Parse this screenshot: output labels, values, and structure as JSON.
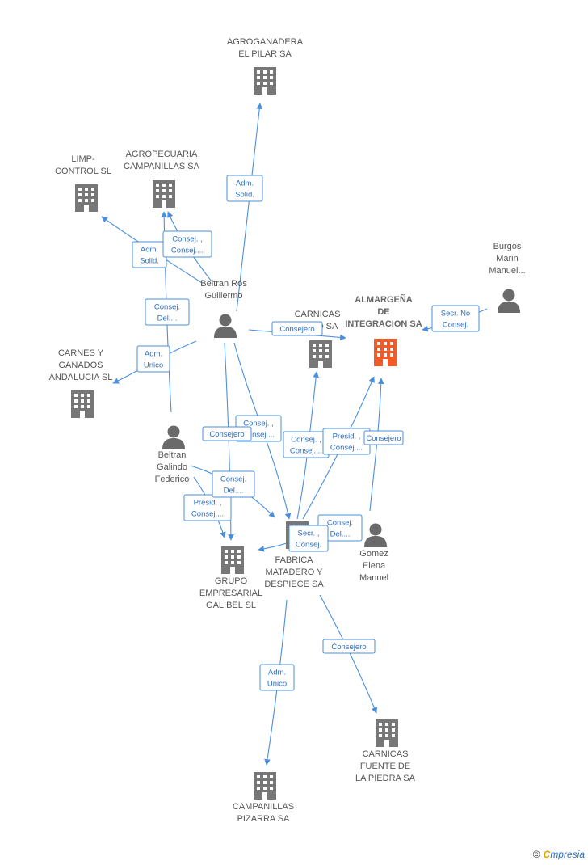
{
  "colors": {
    "edge": "#4a8fde",
    "company": "#777777",
    "focus_company": "#f25a28",
    "person": "#6a6a6a"
  },
  "nodes": [
    {
      "id": "agroganadera",
      "type": "company",
      "label": [
        "AGROGANADERA",
        "EL PILAR SA"
      ]
    },
    {
      "id": "limp",
      "type": "company",
      "label": [
        "LIMP-",
        "CONTROL SL"
      ]
    },
    {
      "id": "agropecuaria",
      "type": "company",
      "label": [
        "AGROPECUARIA",
        "CAMPANILLAS SA"
      ]
    },
    {
      "id": "burgos",
      "type": "person",
      "label": [
        "Burgos",
        "Marin",
        "Manuel..."
      ]
    },
    {
      "id": "beltran_ros",
      "type": "person",
      "label": [
        "Beltran Ros",
        "Guillermo"
      ]
    },
    {
      "id": "almargena",
      "type": "company",
      "focus": true,
      "label": [
        "ALMARGEÑA",
        "DE",
        "INTEGRACION SA"
      ]
    },
    {
      "id": "carnicas_x",
      "type": "company",
      "label": [
        "CARNICAS",
        "...ERO SA"
      ]
    },
    {
      "id": "carnes",
      "type": "company",
      "label": [
        "CARNES Y",
        "GANADOS",
        "ANDALUCIA SL"
      ]
    },
    {
      "id": "beltran_galindo",
      "type": "person",
      "label": [
        "Beltran",
        "Galindo",
        "Federico"
      ]
    },
    {
      "id": "gomez",
      "type": "person",
      "label": [
        "Gomez",
        "Elena",
        "Manuel"
      ]
    },
    {
      "id": "grupo",
      "type": "company",
      "label": [
        "GRUPO",
        "EMPRESARIAL",
        "GALIBEL SL"
      ]
    },
    {
      "id": "fabrica",
      "type": "company",
      "label": [
        "FABRICA",
        "MATADERO Y",
        "DESPIECE SA"
      ]
    },
    {
      "id": "carnicas_fuente",
      "type": "company",
      "label": [
        "CARNICAS",
        "FUENTE DE",
        "LA PIEDRA SA"
      ]
    },
    {
      "id": "campanillas_pizarra",
      "type": "company",
      "label": [
        "CAMPANILLAS",
        "PIZARRA SA"
      ]
    }
  ],
  "edges": [
    {
      "from": "beltran_ros",
      "to": "agroganadera",
      "role": [
        "Adm.",
        "Solid."
      ]
    },
    {
      "from": "beltran_ros",
      "to": "limp",
      "role": [
        "Adm.",
        "Solid."
      ]
    },
    {
      "from": "beltran_ros",
      "to": "agropecuaria",
      "role": [
        "Consej. ,",
        "Consej...."
      ]
    },
    {
      "from": "beltran_galindo",
      "to": "agropecuaria",
      "role": [
        "Consej.",
        "Del...."
      ]
    },
    {
      "from": "beltran_ros",
      "to": "carnes",
      "role": [
        "Adm.",
        "Unico"
      ]
    },
    {
      "from": "beltran_ros",
      "to": "carnicas_x",
      "role": [
        "Consejero"
      ]
    },
    {
      "from": "burgos",
      "to": "almargena",
      "role": [
        "Secr.  No",
        "Consej."
      ]
    },
    {
      "from": "beltran_ros",
      "to": "fabrica",
      "role": [
        "Consej. ,",
        "Consej...."
      ]
    },
    {
      "from": "beltran_ros",
      "to": "grupo",
      "role": [
        "Consejero"
      ]
    },
    {
      "from": "beltran_galindo",
      "to": "grupo",
      "role": [
        "Presid. ,",
        "Consej...."
      ]
    },
    {
      "from": "beltran_galindo",
      "to": "fabrica",
      "role": [
        "Consej.",
        "Del...."
      ]
    },
    {
      "from": "fabrica",
      "to": "carnicas_x",
      "role": [
        "Consej. ,",
        "Consej...."
      ]
    },
    {
      "from": "fabrica",
      "to": "almargena",
      "role": [
        "Presid. ,",
        "Consej...."
      ]
    },
    {
      "from": "gomez",
      "to": "almargena",
      "role": [
        "Consejero"
      ]
    },
    {
      "from": "gomez",
      "to": "fabrica",
      "role": [
        "Consej.",
        "Del...."
      ]
    },
    {
      "from": "fabrica",
      "to": "grupo",
      "role": [
        "Secr. ,",
        "Consej."
      ]
    },
    {
      "from": "fabrica",
      "to": "carnicas_fuente",
      "role": [
        "Consejero"
      ]
    },
    {
      "from": "fabrica",
      "to": "campanillas_pizarra",
      "role": [
        "Adm.",
        "Unico"
      ]
    }
  ],
  "footer": {
    "copyright": "©",
    "brand_initial": "C",
    "brand_rest": "mpresia"
  }
}
